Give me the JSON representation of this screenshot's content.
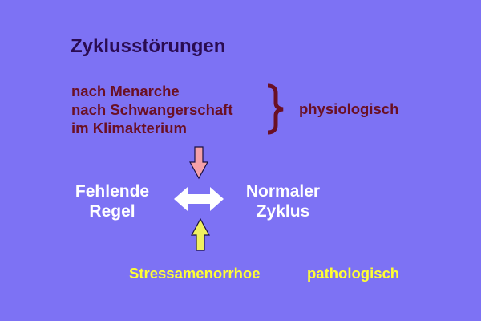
{
  "title": "Zyklusstörungen",
  "physiological_causes": [
    "nach Menarche",
    "nach Schwangerschaft",
    "im Klimakterium"
  ],
  "physiological_label": "physiologisch",
  "left_state": [
    "Fehlende",
    "Regel"
  ],
  "right_state": [
    "Normaler",
    "Zyklus"
  ],
  "pathological_cause": "Stressamenorrhoe",
  "pathological_label": "pathologisch",
  "colors": {
    "background": "#7d72f4",
    "title": "#2a0c52",
    "physiological": "#6a1024",
    "pathological": "#ffff33",
    "states": "#ffffff",
    "down_arrow": "#f4a0a8",
    "up_arrow": "#f0f060"
  }
}
